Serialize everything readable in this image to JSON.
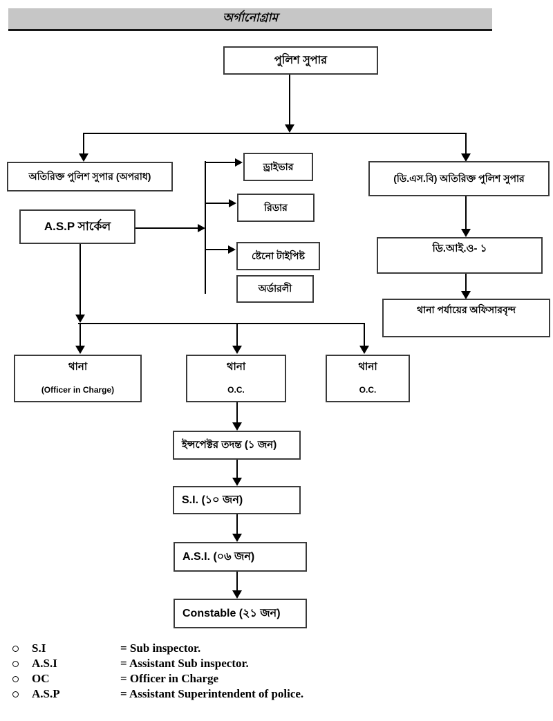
{
  "title": "অর্গানোগ্রাম",
  "nodes": {
    "police_super": {
      "label": "পুলিশ সুপার"
    },
    "addl_sp_crime": {
      "label": "অতিরিক্ত পুলিশ সুপার (অপরাধ)"
    },
    "asp_circle": {
      "label": "A.S.P সার্কেল"
    },
    "driver": {
      "label": "ড্রাইভার"
    },
    "reader": {
      "label": "রিডার"
    },
    "steno_typist": {
      "label": "ষ্টেনো টাইপিষ্ট"
    },
    "orderly": {
      "label": "অর্ডারলী"
    },
    "dsb_addl_sp": {
      "label": "(ডি.এস.বি) অতিরিক্ত পুলিশ সুপার"
    },
    "dio_1": {
      "label": "ডি.আই.ও- ১"
    },
    "thana_level_officers": {
      "label": "থানা পর্যায়ের অফিসারবৃন্দ"
    },
    "thana_left": {
      "title": "থানা",
      "subtitle": "(Officer in Charge)"
    },
    "thana_mid": {
      "title": "থানা",
      "subtitle": "O.C."
    },
    "thana_right": {
      "title": "থানা",
      "subtitle": "O.C."
    },
    "inspector_investigation": {
      "label": "ইন্সপেক্টর তদন্ত (১ জন)"
    },
    "si": {
      "label": "S.I. (১০ জন)"
    },
    "asi": {
      "label": "A.S.I. (০৬ জন)"
    },
    "constable": {
      "label": "Constable (২১ জন)"
    }
  },
  "legend": {
    "items": [
      {
        "term": "S.I",
        "definition": "= Sub inspector."
      },
      {
        "term": "A.S.I",
        "definition": "= Assistant Sub inspector."
      },
      {
        "term": "OC",
        "definition": "= Officer in Charge"
      },
      {
        "term": "A.S.P",
        "definition": "= Assistant Superintendent of police."
      }
    ]
  },
  "colors": {
    "title_bar_bg": "#c6c6c6",
    "box_border": "#3a3a3a",
    "line": "#000000"
  }
}
